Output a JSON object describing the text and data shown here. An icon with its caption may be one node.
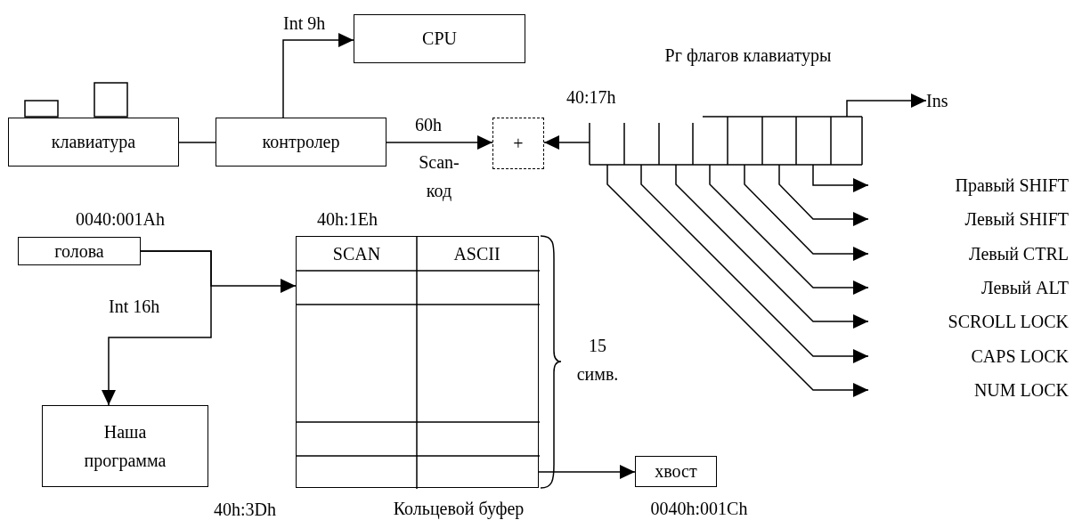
{
  "diagram": {
    "nodes": [
      {
        "text": [
          "CPU"
        ]
      },
      {
        "text": [
          "клавиатура"
        ]
      },
      {
        "text": [
          "контролер"
        ]
      },
      {
        "text": [
          "+"
        ]
      },
      {
        "text": [],
        "shape": "box"
      },
      {
        "text": [
          "Ins"
        ]
      },
      {
        "text": [
          "Правый SHIFT"
        ]
      },
      {
        "text": [
          "Левый SHIFT"
        ]
      },
      {
        "text": [
          "Левый CTRL"
        ]
      },
      {
        "text": [
          "Левый ALT"
        ]
      },
      {
        "text": [
          "SCROLL LOCK"
        ]
      },
      {
        "text": [
          "CAPS LOCK"
        ]
      },
      {
        "text": [
          "NUM LOCK"
        ]
      },
      {
        "text": [
          "голова"
        ]
      },
      {
        "text": [
          "Наша программа"
        ]
      },
      {
        "text": [
          "SCAN",
          "ASCII"
        ],
        "beside": [
          "Кольцевой буфер"
        ]
      },
      {
        "text": [
          "хвост"
        ],
        "beside": [
          "0040h:001Ch"
        ]
      }
    ],
    "edges": [
      {
        "from": 1,
        "to": 2,
        "arrow": "none"
      },
      {
        "from": 2,
        "to": 0,
        "arrow": "to",
        "label": "Int 9h"
      },
      {
        "from": 2,
        "to": 3,
        "arrow": "to",
        "label": "60h"
      },
      {
        "from": 4,
        "to": 3,
        "arrow": "to"
      },
      {
        "from": 4,
        "to": 5,
        "arrow": "to"
      },
      {
        "from": 4,
        "to": 6,
        "arrow": "to"
      },
      {
        "from": 4,
        "to": 7,
        "arrow": "to"
      },
      {
        "from": 4,
        "to": 8,
        "arrow": "to"
      },
      {
        "from": 4,
        "to": 9,
        "arrow": "to"
      },
      {
        "from": 4,
        "to": 10,
        "arrow": "to"
      },
      {
        "from": 4,
        "to": 11,
        "arrow": "to"
      },
      {
        "from": 4,
        "to": 12,
        "arrow": "to"
      },
      {
        "from": 13,
        "to": 15,
        "arrow": "to"
      },
      {
        "from": 13,
        "to": 14,
        "arrow": "to",
        "label": "Int 16h"
      },
      {
        "from": 15,
        "to": 16,
        "arrow": "to"
      }
    ],
    "labels": [
      "Рг флагов клавиатуры",
      "40:17h",
      "0040:001Ah",
      "40h:1Eh",
      "Scan-код",
      "15 симв.",
      "40h:3Dh"
    ]
  }
}
